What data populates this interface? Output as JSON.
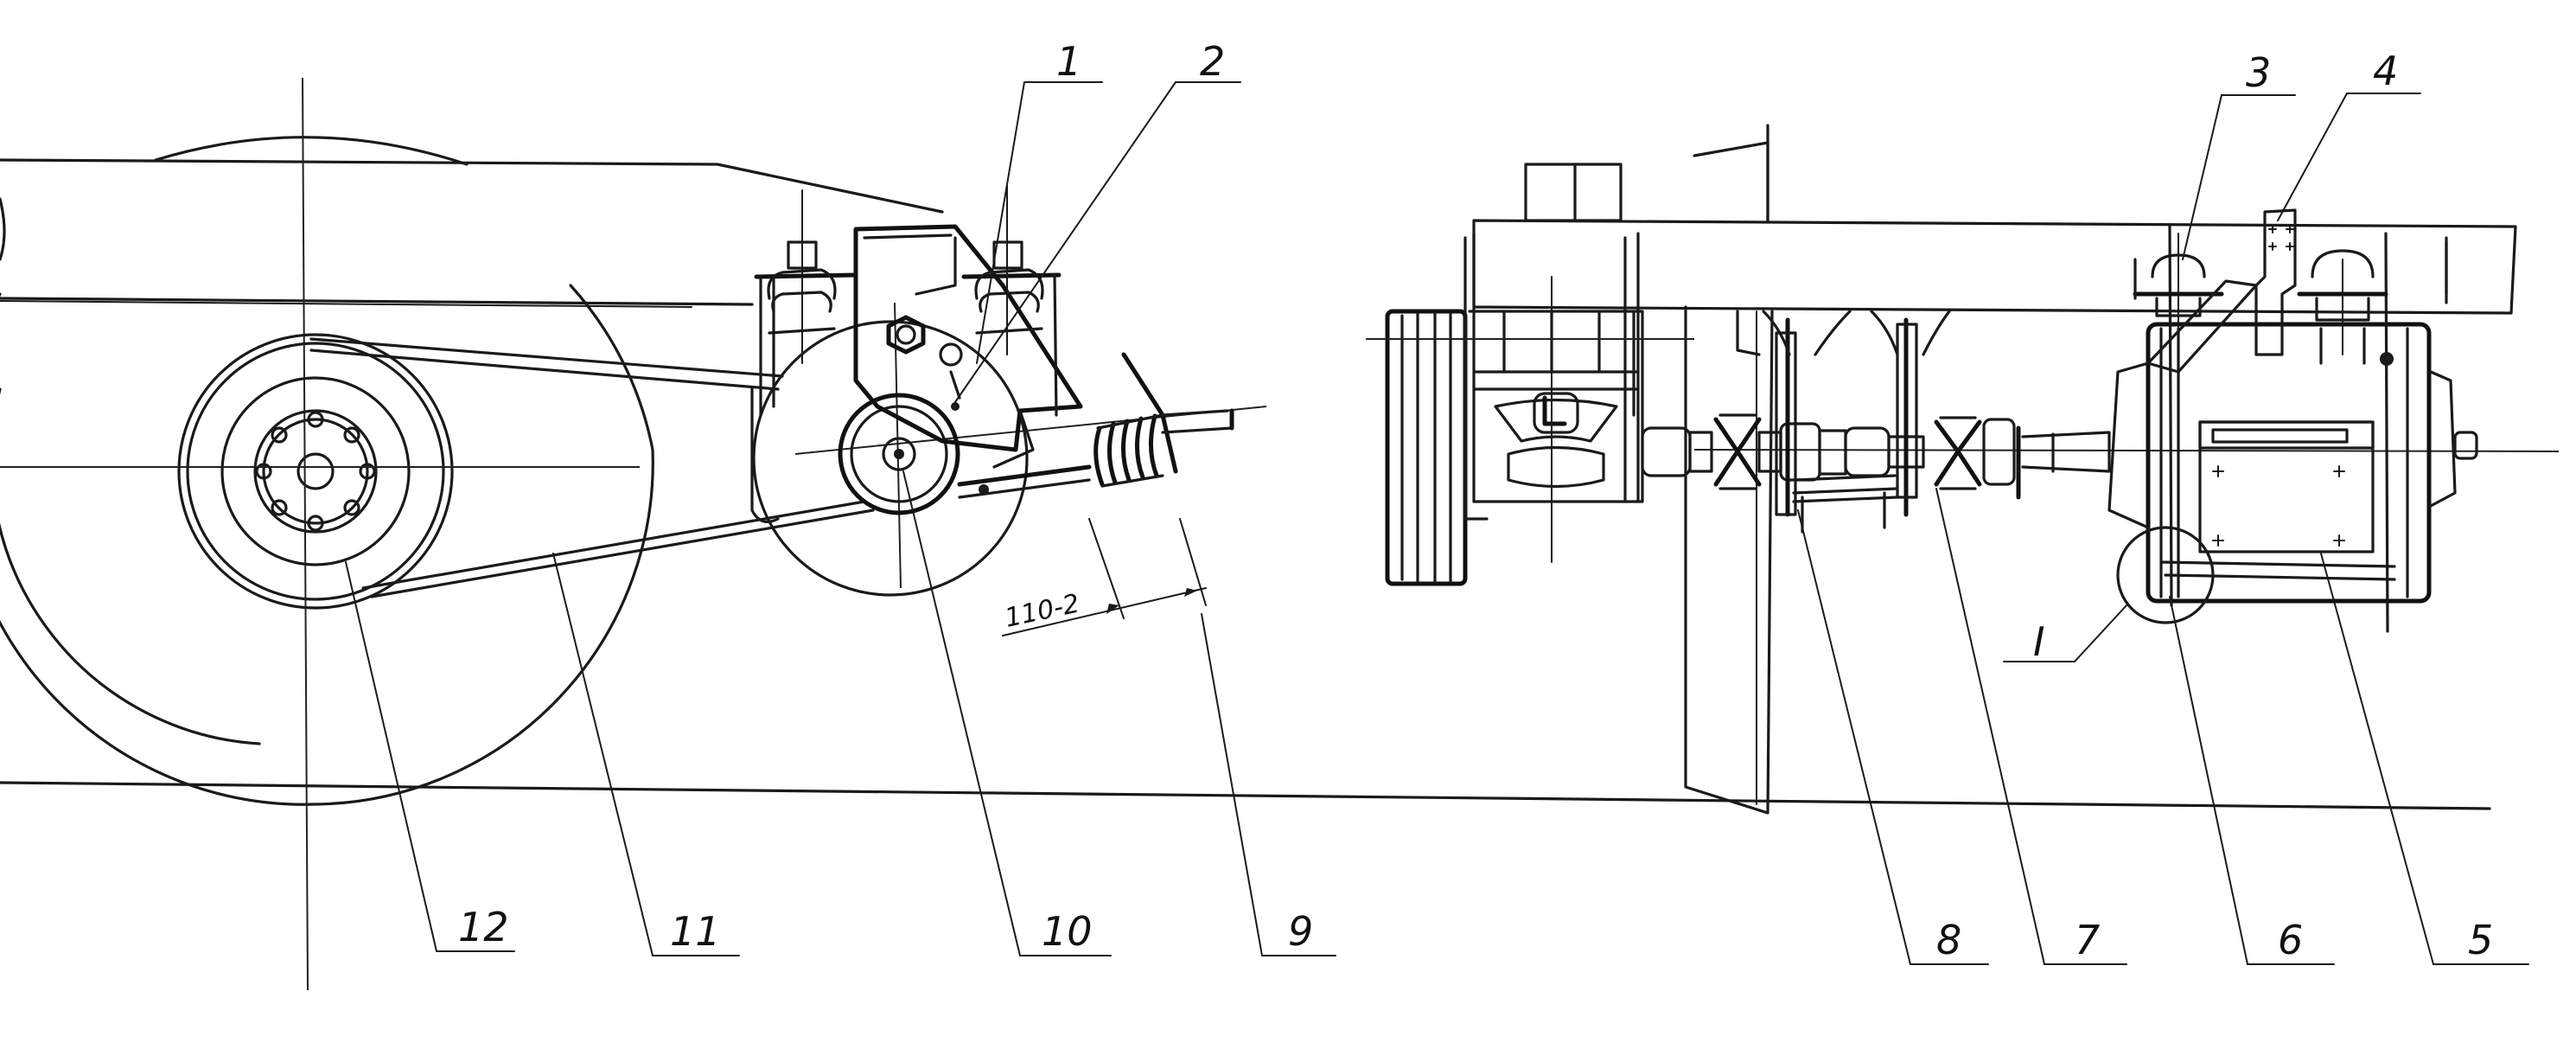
{
  "callouts": {
    "c1": "1",
    "c2": "2",
    "c3": "3",
    "c4": "4",
    "c5": "5",
    "c6": "6",
    "c7": "7",
    "c8": "8",
    "c9": "9",
    "c10": "10",
    "c11": "11",
    "c12": "12"
  },
  "dimension": "110-2",
  "detail_mark": "I"
}
